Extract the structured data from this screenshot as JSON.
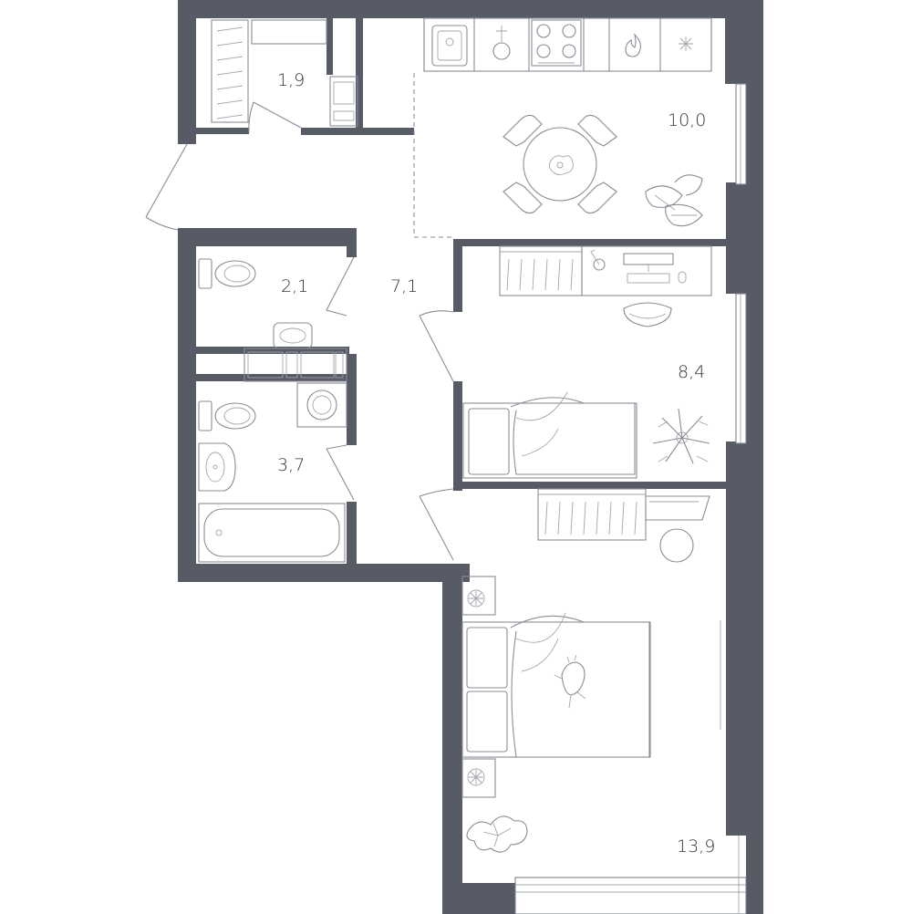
{
  "rooms": {
    "storage": {
      "area": "1,9"
    },
    "kitchen": {
      "area": "10,0"
    },
    "hall": {
      "area": "7,1"
    },
    "wc": {
      "area": "2,1"
    },
    "bathroom": {
      "area": "3,7"
    },
    "bedroom_small": {
      "area": "8,4"
    },
    "bedroom_large": {
      "area": "13,9"
    }
  },
  "colors": {
    "wall": "#575b66",
    "line": "#8a8d96",
    "background": "#ffffff"
  },
  "icons": [
    "sink-icon",
    "stove-icon",
    "faucet-icon",
    "flame-icon",
    "snowflake-icon",
    "dining-table-icon",
    "toilet-icon",
    "washbasin-icon",
    "washing-machine-icon",
    "bathtub-icon",
    "bed-icon",
    "desk-icon",
    "computer-icon",
    "lamp-icon",
    "plant-icon",
    "cat-icon",
    "wardrobe-icon"
  ]
}
